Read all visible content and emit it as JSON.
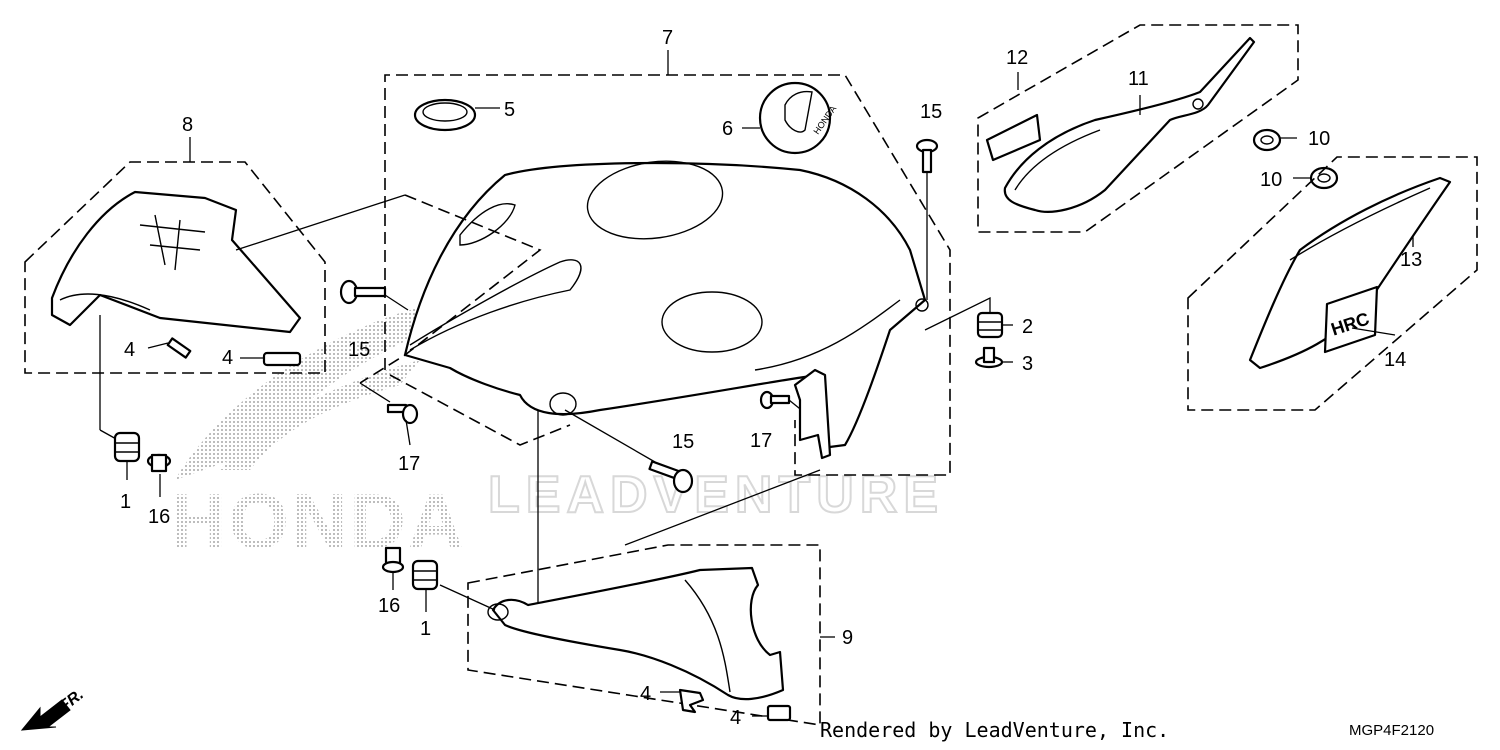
{
  "watermark": {
    "brand": "LEADVENTURE",
    "logo_text": "HONDA"
  },
  "callouts": {
    "c1a": "1",
    "c1b": "1",
    "c2": "2",
    "c3": "3",
    "c4a": "4",
    "c4b": "4",
    "c4c": "4",
    "c4d": "4",
    "c5": "5",
    "c6": "6",
    "c7": "7",
    "c8": "8",
    "c9": "9",
    "c10a": "10",
    "c10b": "10",
    "c11": "11",
    "c12": "12",
    "c13": "13",
    "c14": "14",
    "c15a": "15",
    "c15b": "15",
    "c15c": "15",
    "c16a": "16",
    "c16b": "16",
    "c17a": "17",
    "c17b": "17"
  },
  "front_arrow": "FR.",
  "cap_logo": "HONDA",
  "decal_logo": "HRC",
  "footer": {
    "credit": "Rendered by LeadVenture, Inc.",
    "code": "MGP4F2120"
  },
  "icons": [
    "front-arrow-icon",
    "honda-wing-icon"
  ]
}
